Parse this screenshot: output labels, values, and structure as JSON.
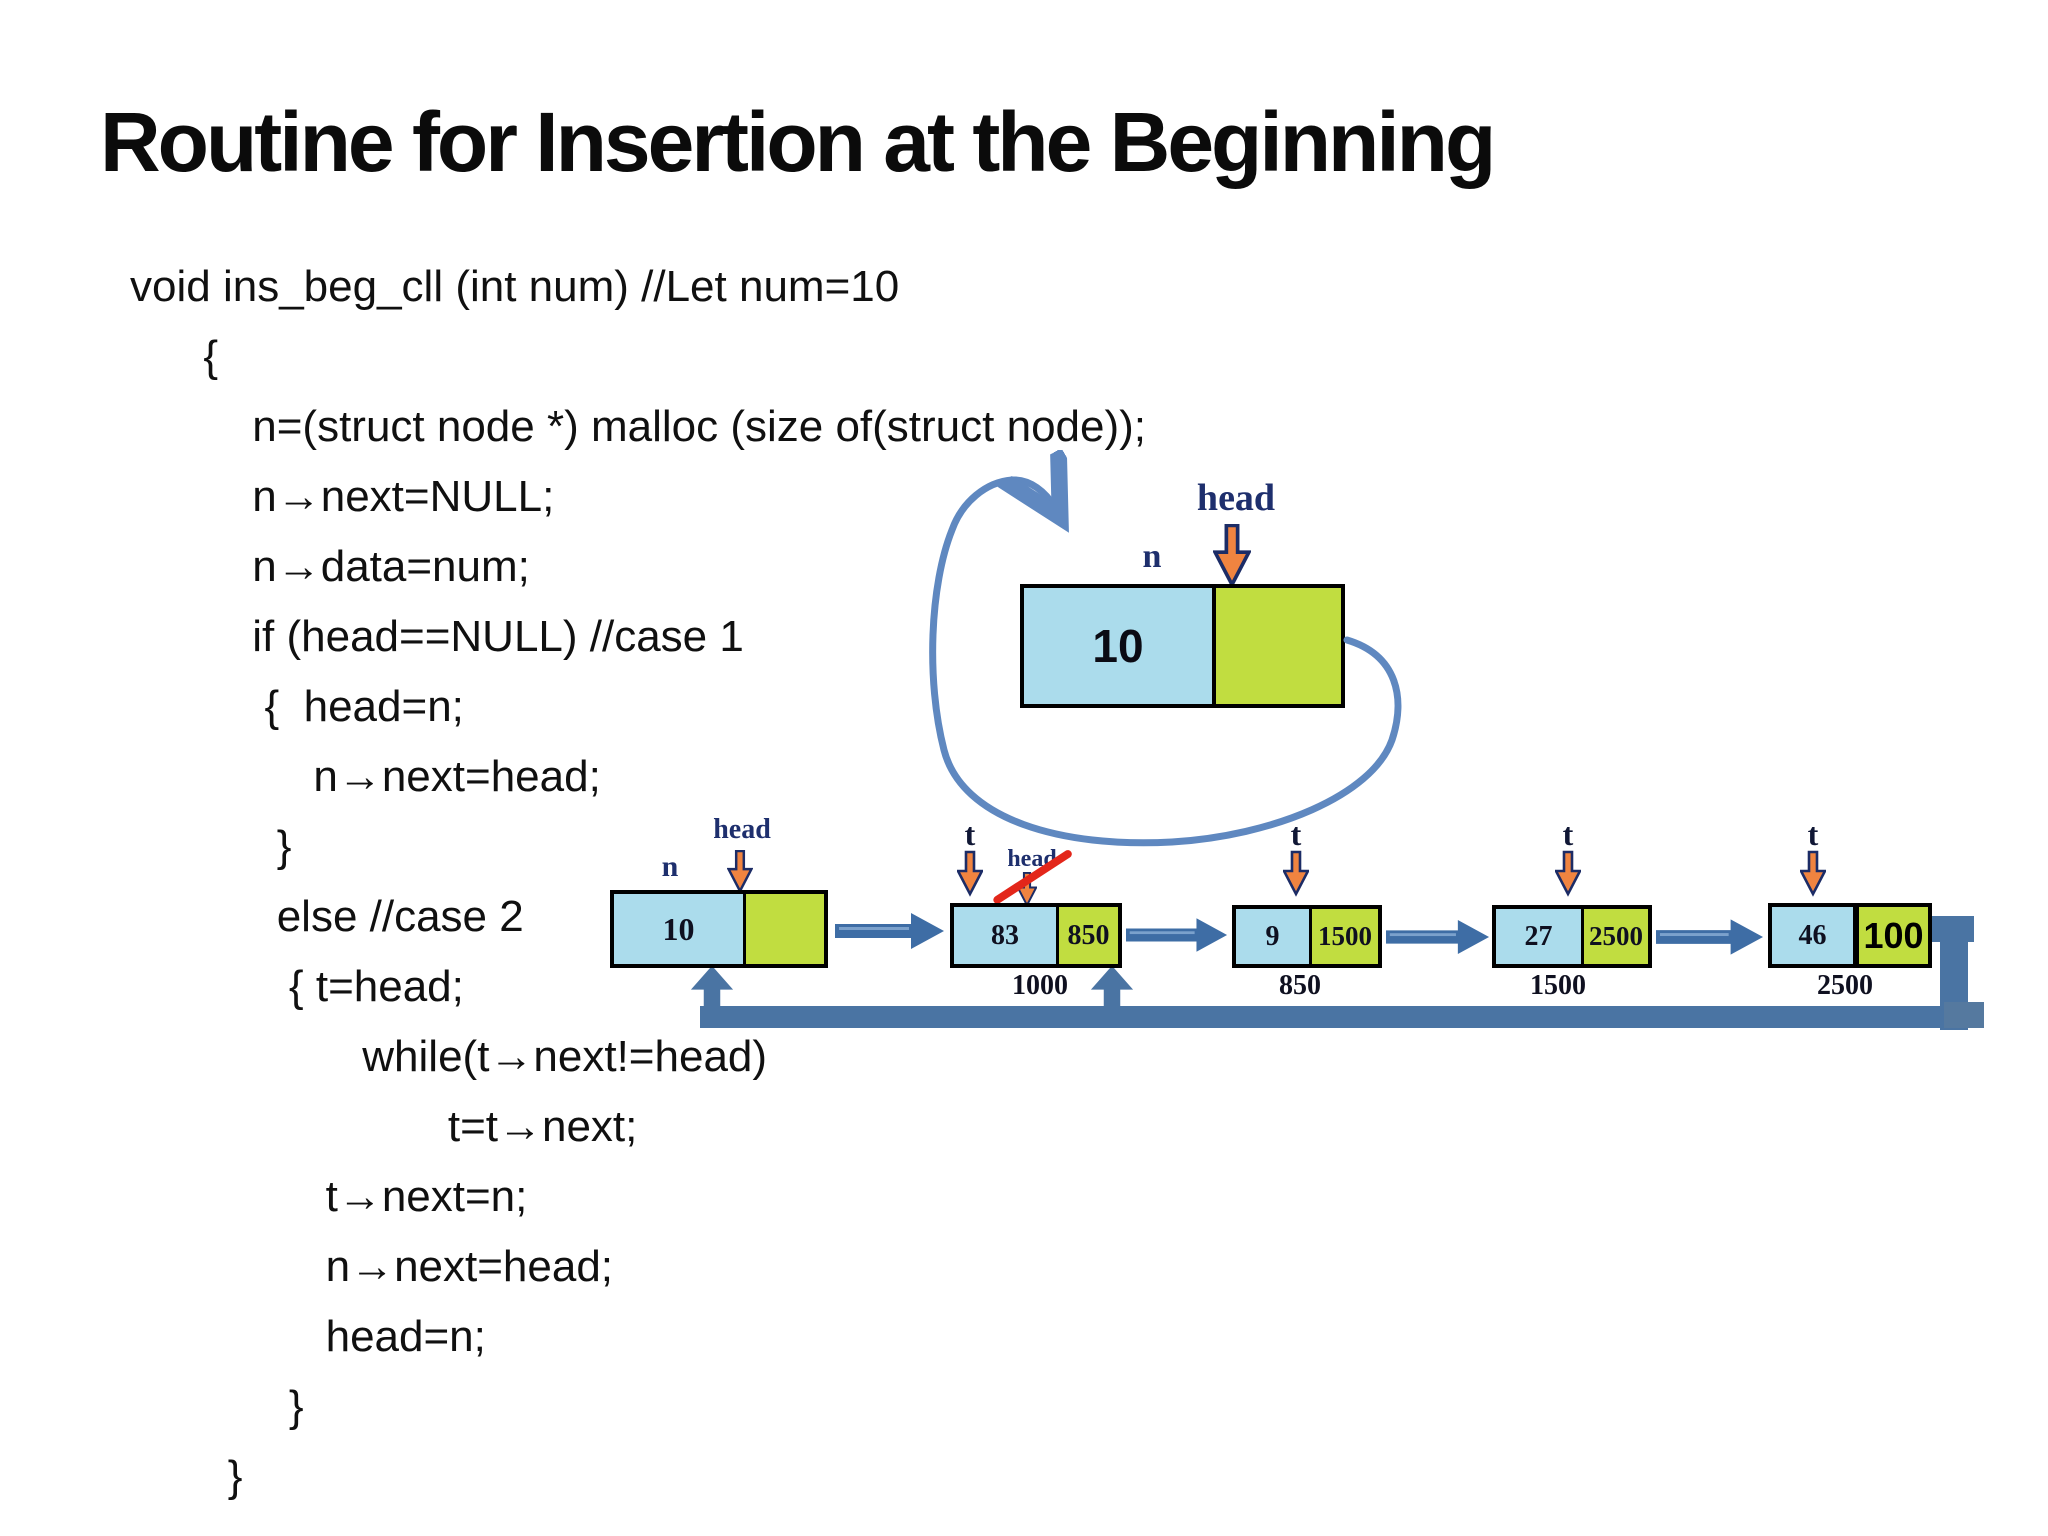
{
  "title": "Routine for Insertion at the Beginning",
  "code": {
    "lines": [
      "void ins_beg_cll (int num) //Let num=10",
      "      {",
      "          n=(struct node *) malloc (size of(struct node));",
      "          n→next=NULL;",
      "          n→data=num;",
      "          if (head==NULL) //case 1",
      "           {  head=n;",
      "               n→next=head;",
      "            }",
      "            else //case 2",
      "             { t=head;",
      "                   while(t→next!=head)",
      "                          t=t→next;",
      "                t→next=n;",
      "                n→next=head;",
      "                head=n;",
      "             }",
      "        }"
    ]
  },
  "top_diagram": {
    "head_label": "head",
    "node_label": "n",
    "data_value": "10"
  },
  "list_diagram": {
    "new_node": {
      "node_label": "n",
      "head_label": "head",
      "data": "10"
    },
    "nodes": [
      {
        "pointer_label": "t",
        "crossed_label": "head",
        "data": "83",
        "next": "850",
        "address": "1000"
      },
      {
        "pointer_label": "t",
        "data": "9",
        "next": "1500",
        "address": "850"
      },
      {
        "pointer_label": "t",
        "data": "27",
        "next": "2500",
        "address": "1500"
      },
      {
        "pointer_label": "t",
        "data": "46",
        "next": "100",
        "address": "2500"
      }
    ]
  },
  "colors": {
    "node_data_fill": "#abdcec",
    "node_next_fill": "#c1dd40",
    "arrow_steel": "#3e6da5",
    "connector_steel": "#4a74a3",
    "label_navy": "#1e2f6d",
    "pointer_orange": "#f08440",
    "strike_red": "#e3261a",
    "curve_blue": "#5f88c0"
  }
}
